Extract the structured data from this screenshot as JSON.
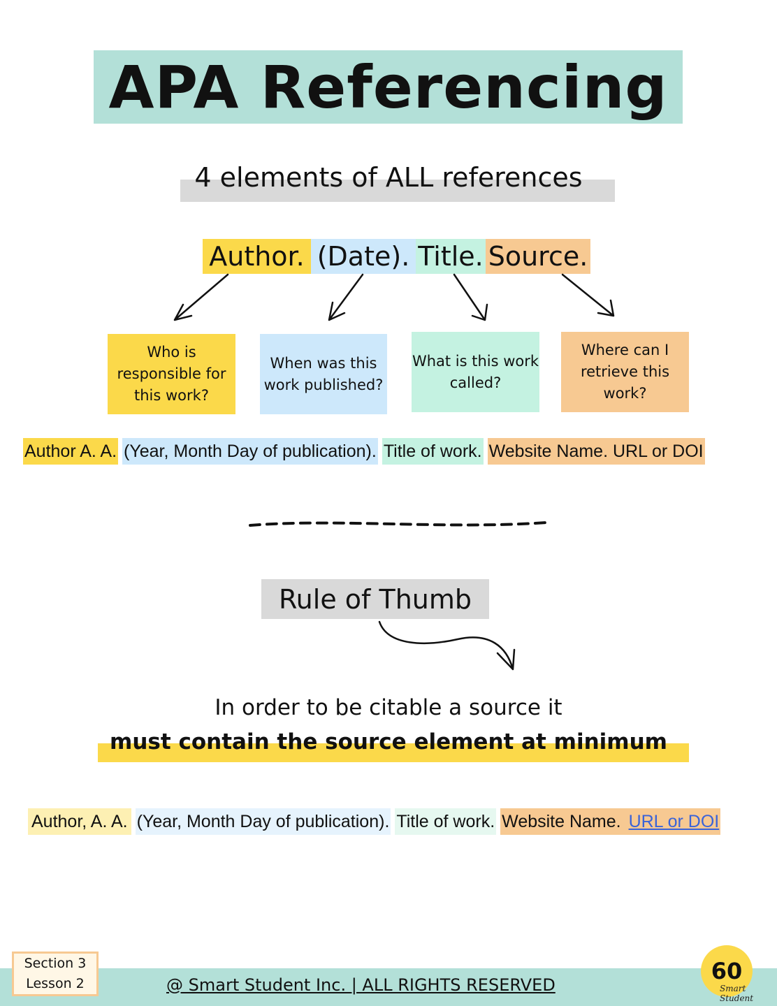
{
  "header": {
    "title": "APA Referencing"
  },
  "subtitle": "4 elements of ALL references",
  "formula": {
    "author": "Author.",
    "date": "(Date).",
    "title": "Title.",
    "source": "Source."
  },
  "questions": [
    "Who is responsible for this work?",
    "When was this work published?",
    "What is this work called?",
    "Where can I retrieve this work?"
  ],
  "reference_example_1": {
    "author": "Author A. A.",
    "date": "(Year, Month Day of publication).",
    "title": "Title of work.",
    "source": "Website Name. URL or DOI"
  },
  "rule": {
    "label": "Rule of Thumb",
    "line1": "In order to be citable a source it",
    "line2": "must contain the source element at minimum"
  },
  "reference_example_2": {
    "author": "Author, A. A.",
    "date": "(Year, Month Day of publication).",
    "title": "Title of work.",
    "source": "Website Name.",
    "link": "URL or DOI"
  },
  "footer": {
    "section": "Section 3",
    "lesson": "Lesson 2",
    "copyright": "@ Smart Student Inc. | ALL RIGHTS RESERVED",
    "page_number": "60",
    "logo_text": "Smart Student"
  },
  "colors": {
    "author": "#fbd94a",
    "date": "#cde8fb",
    "title": "#c4f2e1",
    "source": "#f7c992",
    "band": "#b3e0d8"
  }
}
